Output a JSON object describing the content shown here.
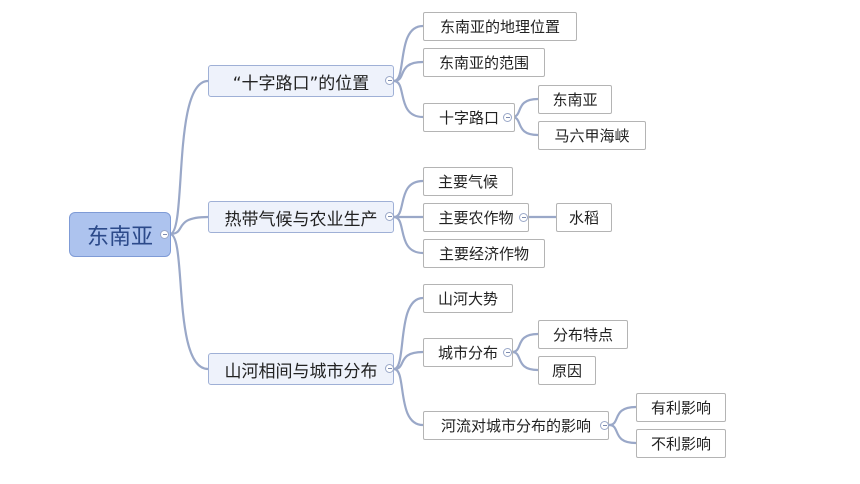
{
  "mindmap": {
    "root": "东南亚",
    "branches": [
      {
        "label": "“十字路口”的位置",
        "children": [
          {
            "label": "东南亚的地理位置"
          },
          {
            "label": "东南亚的范围"
          },
          {
            "label": "十字路口",
            "children": [
              {
                "label": "东南亚"
              },
              {
                "label": "马六甲海峡"
              }
            ]
          }
        ]
      },
      {
        "label": "热带气候与农业生产",
        "children": [
          {
            "label": "主要气候"
          },
          {
            "label": "主要农作物",
            "children": [
              {
                "label": "水稻"
              }
            ]
          },
          {
            "label": "主要经济作物"
          }
        ]
      },
      {
        "label": "山河相间与城市分布",
        "children": [
          {
            "label": "山河大势"
          },
          {
            "label": "城市分布",
            "children": [
              {
                "label": "分布特点"
              },
              {
                "label": "原因"
              }
            ]
          },
          {
            "label": "河流对城市分布的影响",
            "children": [
              {
                "label": "有利影响"
              },
              {
                "label": "不利影响"
              }
            ]
          }
        ]
      }
    ]
  }
}
